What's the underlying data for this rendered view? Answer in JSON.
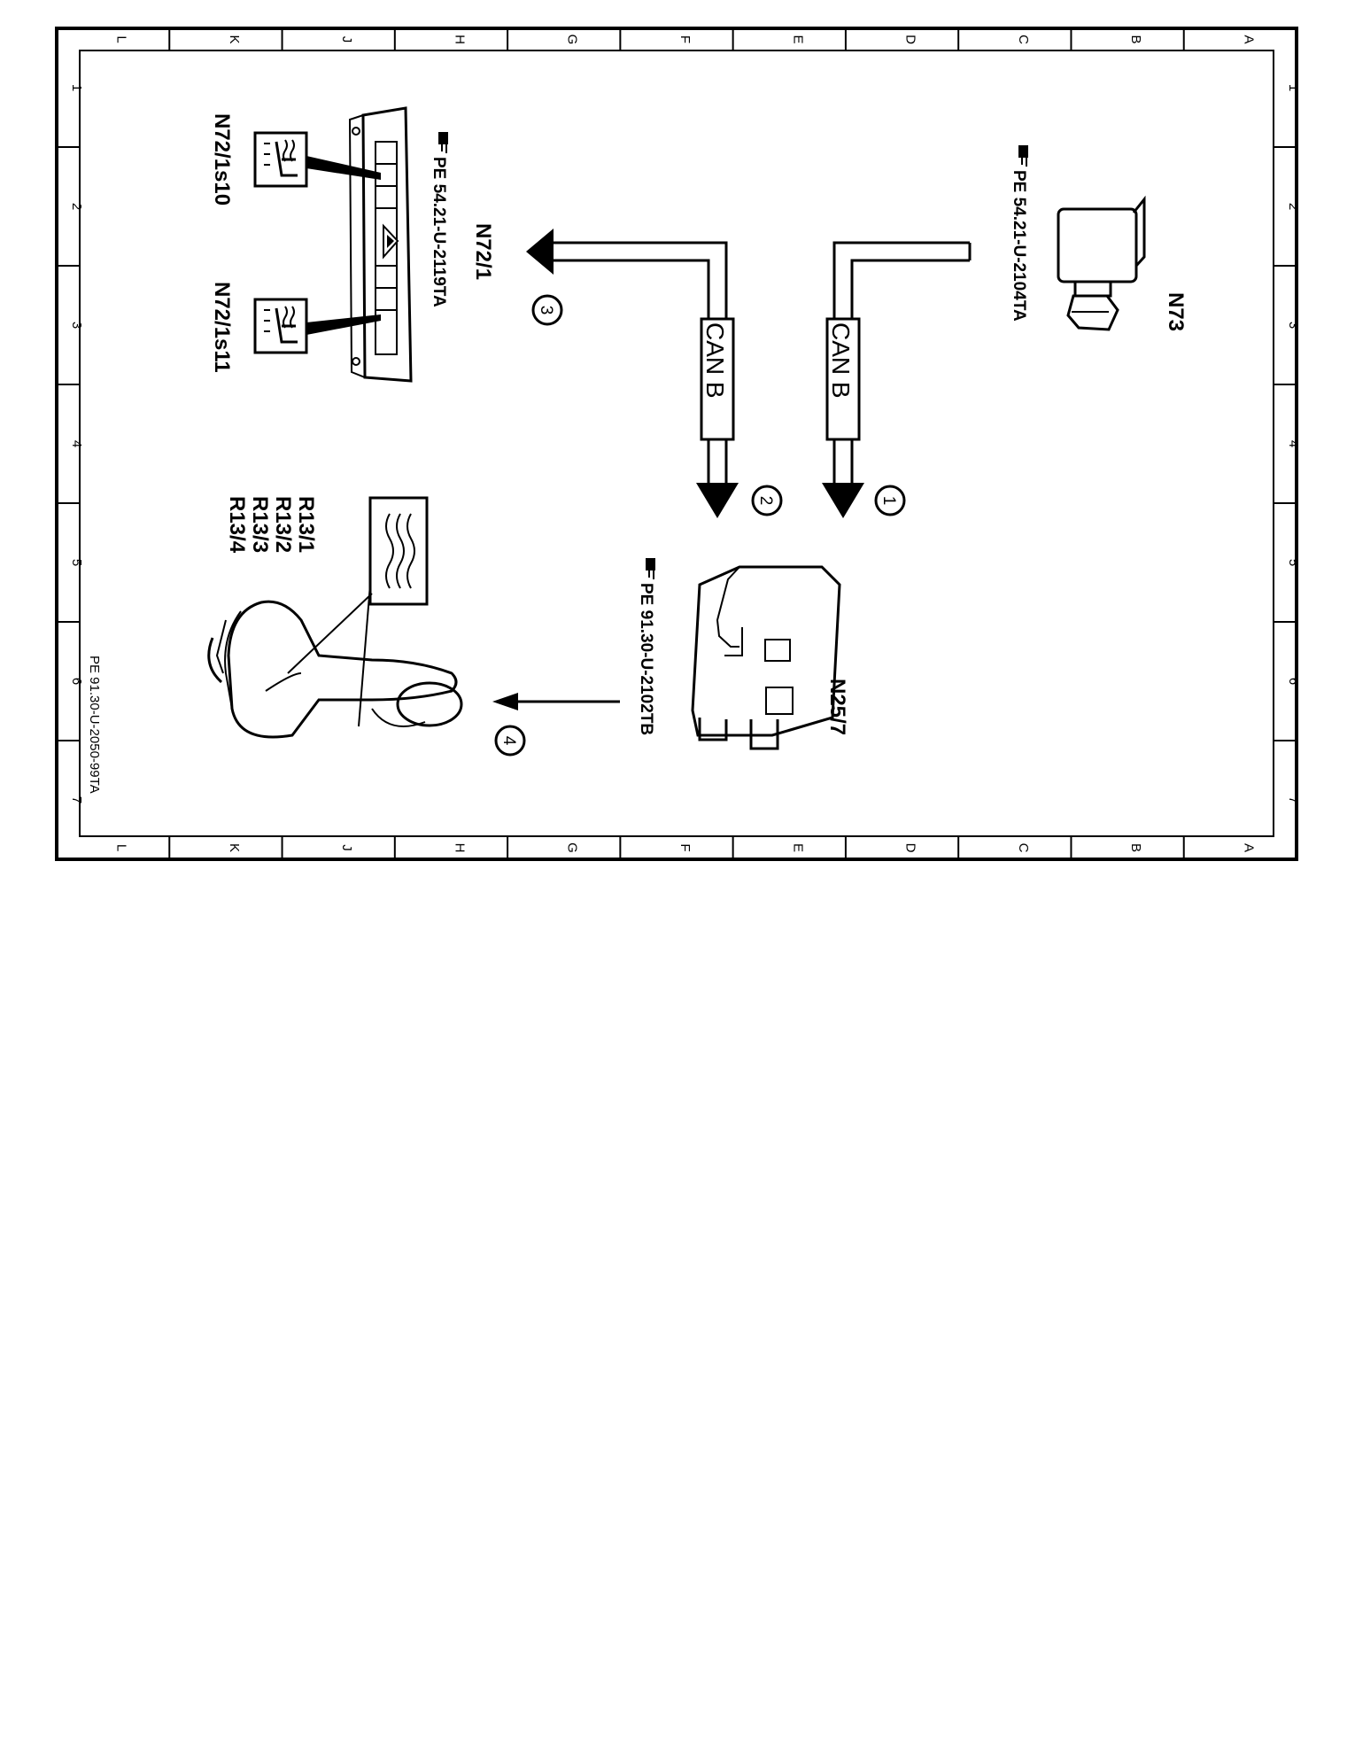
{
  "frame": {
    "columns": [
      "L",
      "K",
      "J",
      "H",
      "G",
      "F",
      "E",
      "D",
      "C",
      "B",
      "A"
    ],
    "rows": [
      "1",
      "2",
      "3",
      "4",
      "5",
      "6",
      "7"
    ]
  },
  "components": {
    "n73": {
      "label": "N73",
      "ref": "PE 54.21-U-2104TA"
    },
    "n72_1": {
      "label": "N72/1",
      "ref": "PE 54.21-U-2119TA"
    },
    "n72_1s10": {
      "label": "N72/1s10"
    },
    "n72_1s11": {
      "label": "N72/1s11"
    },
    "n25_7": {
      "label": "N25/7",
      "ref": "PE 91.30-U-2102TB"
    },
    "heaters": {
      "lines": [
        "R13/1",
        "R13/2",
        "R13/3",
        "R13/4"
      ]
    }
  },
  "signals": {
    "can_1": "CAN B",
    "can_2": "CAN B",
    "step_1": "1",
    "step_2": "2",
    "step_3": "3",
    "step_4": "4"
  },
  "footer": {
    "code": "PE 91.30-U-2050-99TA"
  }
}
